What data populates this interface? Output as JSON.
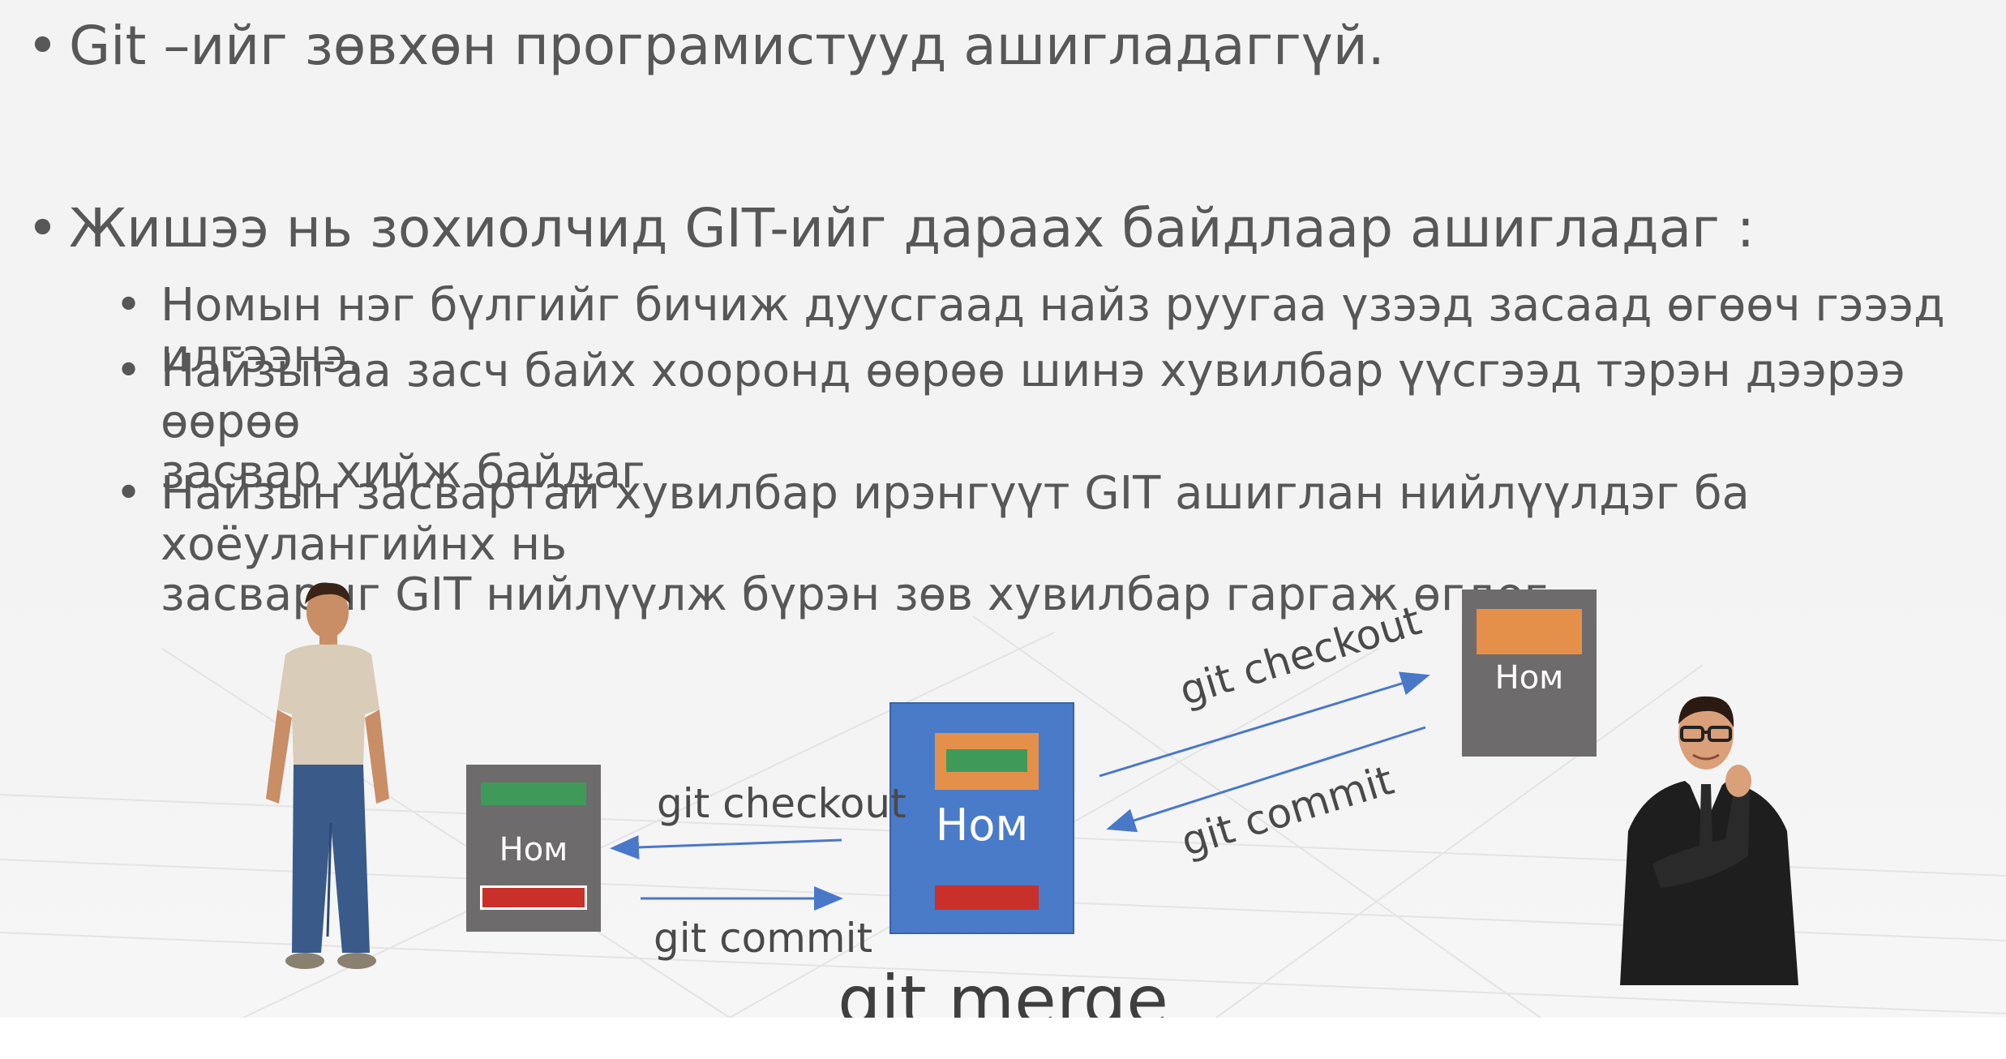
{
  "slide": {
    "bullets": [
      {
        "text": "Git –ийг зөвхөн програмистууд ашигладаггүй."
      },
      {
        "text": "Жишээ нь зохиолчид GIT-ийг дараах байдлаар ашигладаг :"
      }
    ],
    "sub_bullets": [
      {
        "line1": "Номын нэг бүлгийг бичиж дуусгаад найз руугаа үзээд засаад өгөөч гэээд илгээнэ.",
        "line2": ""
      },
      {
        "line1": "Найзыгаа засч байх хооронд өөрөө шинэ хувилбар үүсгээд тэрэн дээрээ өөрөө",
        "line2": "засвар хийж байдаг"
      },
      {
        "line1": "Найзын засвартай хувилбар ирэнгүүт GIT ашиглан нийлүүлдэг ба хоёулангийнх нь",
        "line2": "засварыг GIT нийлүүлж бүрэн зөв хувилбар гаргаж өгдөг."
      }
    ],
    "bullet_symbol": "•"
  },
  "diagram": {
    "left_doc": {
      "label": "Ном"
    },
    "center_doc": {
      "label": "Ном"
    },
    "right_doc": {
      "label": "Ном"
    },
    "left_checkout": "git checkout",
    "left_commit": "git commit",
    "right_checkout": "git checkout",
    "right_commit": "git commit",
    "merge": "git merge"
  },
  "colors": {
    "doc_gray": "#6d6b6b",
    "doc_blue": "#4a7bc8",
    "green": "#3f9a5a",
    "red": "#c9302a",
    "orange": "#e5904a",
    "arrow_blue": "#4a78c9",
    "text": "#575757"
  },
  "icons": [
    "young-man-figure",
    "thinking-businessman-figure"
  ]
}
